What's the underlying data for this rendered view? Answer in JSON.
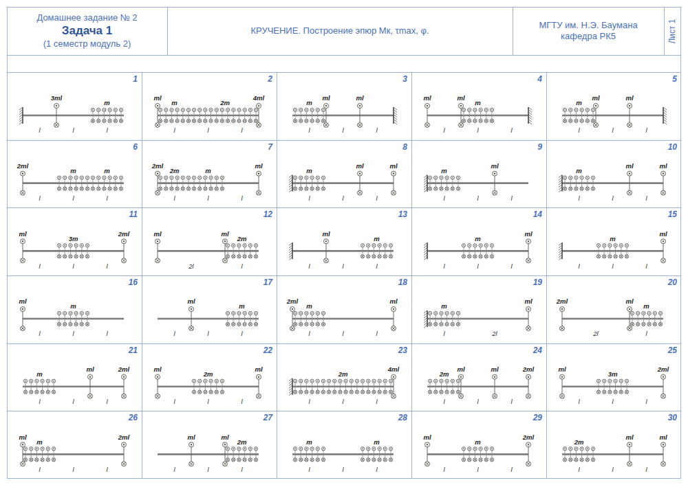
{
  "diagram": {
    "nodes": [
      {
        "text": [
          "Домашнее задание № 2",
          "Задача 1",
          "(1 семестр модуль 2)"
        ]
      },
      {
        "text": [
          "КРУЧЕНИЕ. Построение эпюр Mк, τmax, φ."
        ]
      },
      {
        "text": [
          "МГТУ им. Н.Э. Баумана кафедра РК5"
        ]
      },
      {
        "text": [
          "Лист 1"
        ]
      },
      {
        "text": [
          "1",
          "3ml",
          "m",
          "l",
          "l",
          "l"
        ]
      },
      {
        "text": [
          "2",
          "ml",
          "m",
          "2m",
          "4ml",
          "l",
          "l",
          "l"
        ]
      },
      {
        "text": [
          "3",
          "m",
          "ml",
          "ml",
          "l",
          "l",
          "l"
        ]
      },
      {
        "text": [
          "4",
          "ml",
          "ml",
          "m",
          "l",
          "l",
          "l"
        ]
      },
      {
        "text": [
          "5",
          "m",
          "ml",
          "ml",
          "l",
          "l",
          "l"
        ]
      },
      {
        "text": [
          "6",
          "2ml",
          "m",
          "m",
          "l",
          "l",
          "l"
        ]
      },
      {
        "text": [
          "7",
          "2ml",
          "2m",
          "m",
          "ml",
          "l",
          "l",
          "l"
        ]
      },
      {
        "text": [
          "8",
          "m",
          "ml",
          "ml",
          "l",
          "l",
          "l"
        ]
      },
      {
        "text": [
          "9",
          "m",
          "ml",
          "l",
          "l",
          "l"
        ]
      },
      {
        "text": [
          "10",
          "m",
          "ml",
          "ml",
          "l",
          "l",
          "l"
        ]
      },
      {
        "text": [
          "11",
          "ml",
          "3m",
          "2ml",
          "l",
          "l",
          "l"
        ]
      },
      {
        "text": [
          "12",
          "ml",
          "ml",
          "2m",
          "2l",
          "l"
        ]
      },
      {
        "text": [
          "13",
          "ml",
          "m",
          "l",
          "l",
          "l"
        ]
      },
      {
        "text": [
          "14",
          "m",
          "ml",
          "l",
          "l",
          "l"
        ]
      },
      {
        "text": [
          "15",
          "m",
          "ml",
          "l",
          "l",
          "l"
        ]
      },
      {
        "text": [
          "16",
          "ml",
          "m",
          "l",
          "l",
          "l"
        ]
      },
      {
        "text": [
          "17",
          "ml",
          "m",
          "l",
          "l",
          "l"
        ]
      },
      {
        "text": [
          "18",
          "2ml",
          "m",
          "ml",
          "l",
          "l",
          "l"
        ]
      },
      {
        "text": [
          "19",
          "m",
          "ml",
          "l",
          "2l"
        ]
      },
      {
        "text": [
          "20",
          "2ml",
          "ml",
          "m",
          "2l",
          "l"
        ]
      },
      {
        "text": [
          "21",
          "m",
          "ml",
          "2ml",
          "l",
          "l",
          "l"
        ]
      },
      {
        "text": [
          "22",
          "ml",
          "2m",
          "ml",
          "l",
          "l",
          "l"
        ]
      },
      {
        "text": [
          "23",
          "2m",
          "4ml",
          "l",
          "l",
          "l"
        ]
      },
      {
        "text": [
          "24",
          "2m",
          "ml",
          "ml",
          "2ml",
          "l",
          "l",
          "l"
        ]
      },
      {
        "text": [
          "25",
          "ml",
          "3m",
          "2ml",
          "l",
          "l",
          "l"
        ]
      },
      {
        "text": [
          "26",
          "ml",
          "m",
          "2ml",
          "l",
          "l",
          "l"
        ]
      },
      {
        "text": [
          "27",
          "ml",
          "ml",
          "2m",
          "l",
          "l",
          "l"
        ]
      },
      {
        "text": [
          "28",
          "m",
          "m",
          "l",
          "l",
          "l"
        ]
      },
      {
        "text": [
          "29",
          "ml",
          "m",
          "2ml",
          "l",
          "l",
          "l"
        ]
      },
      {
        "text": [
          "30",
          "2m",
          "ml",
          "ml",
          "l",
          "l",
          "l"
        ]
      }
    ]
  }
}
